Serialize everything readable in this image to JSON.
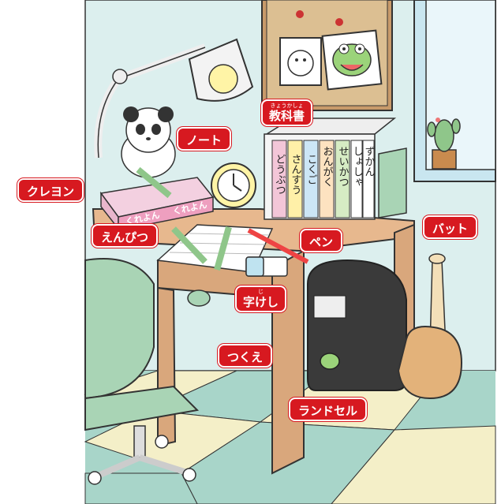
{
  "labels": {
    "crayon": "クレヨン",
    "note": "ノート",
    "textbook_ruby": "きょうかしょ",
    "textbook": "教科書",
    "pencil": "えんぴつ",
    "pen": "ペン",
    "bat": "バット",
    "eraser_ruby": "じ",
    "eraser": "字けし",
    "desk": "つくえ",
    "randoseru": "ランドセル"
  },
  "book_spines": [
    "どうぶつ",
    "さんすう",
    "こくご",
    "おんがく",
    "せいかつ",
    "しょしゃ",
    "ずかん"
  ],
  "crayon_box": [
    "くれよん",
    "くれよん"
  ],
  "colors": {
    "label_bg": "#d71920",
    "floor_a": "#a8d5c9",
    "floor_b": "#f4efc8",
    "wall": "#dcefee",
    "desk": "#d9a77c",
    "chair": "#a9d4b5"
  }
}
